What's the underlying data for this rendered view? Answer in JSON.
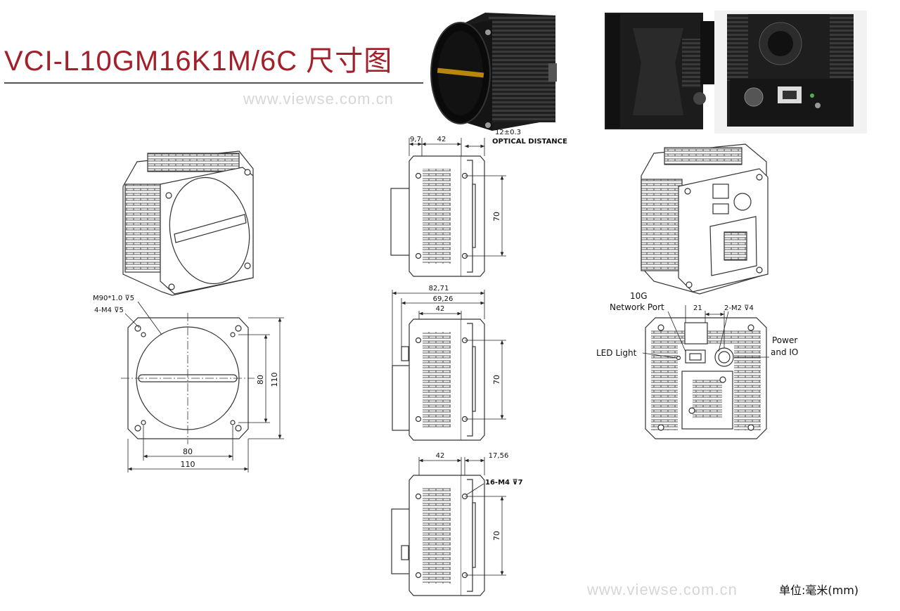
{
  "header": {
    "title": "VCI-L10GM16K1M/6C  尺寸图",
    "watermark_top": "www.viewse.com.cn",
    "watermark_bottom": "www.viewse.com.cn",
    "unit_note": "单位:毫米(mm)"
  },
  "front_view": {
    "callout_thread": "M90*1.0 ⊽5",
    "callout_holes": "4-M4 ⊽5",
    "dim_height_inner": "80",
    "dim_height_outer": "110",
    "dim_width_inner": "80",
    "dim_width_outer": "110"
  },
  "side_view_top": {
    "dim_flange": "9,7",
    "dim_body": "42",
    "dim_optical": "12±0.3",
    "optical_label": "OPTICAL DISTANCE",
    "dim_hole_spacing": "70"
  },
  "side_view_mid": {
    "dim_total": "82,71",
    "dim_body_flange": "69,26",
    "dim_body": "42",
    "dim_hole_spacing": "70"
  },
  "side_view_bottom": {
    "dim_body": "42",
    "dim_rear": "17,56",
    "callout_holes": "16-M4 ⊽7",
    "dim_hole_spacing": "70"
  },
  "rear_view": {
    "label_network_line1": "10G",
    "label_network_line2": "Network Port",
    "dim_port_spacing": "21",
    "callout_holes": "2-M2 ⊽4",
    "label_power_line1": "Power",
    "label_power_line2": "and IO",
    "label_led": "LED Light"
  },
  "colors": {
    "title": "#a3202a",
    "camera_body": "#1c1c1c",
    "line": "#333333"
  }
}
